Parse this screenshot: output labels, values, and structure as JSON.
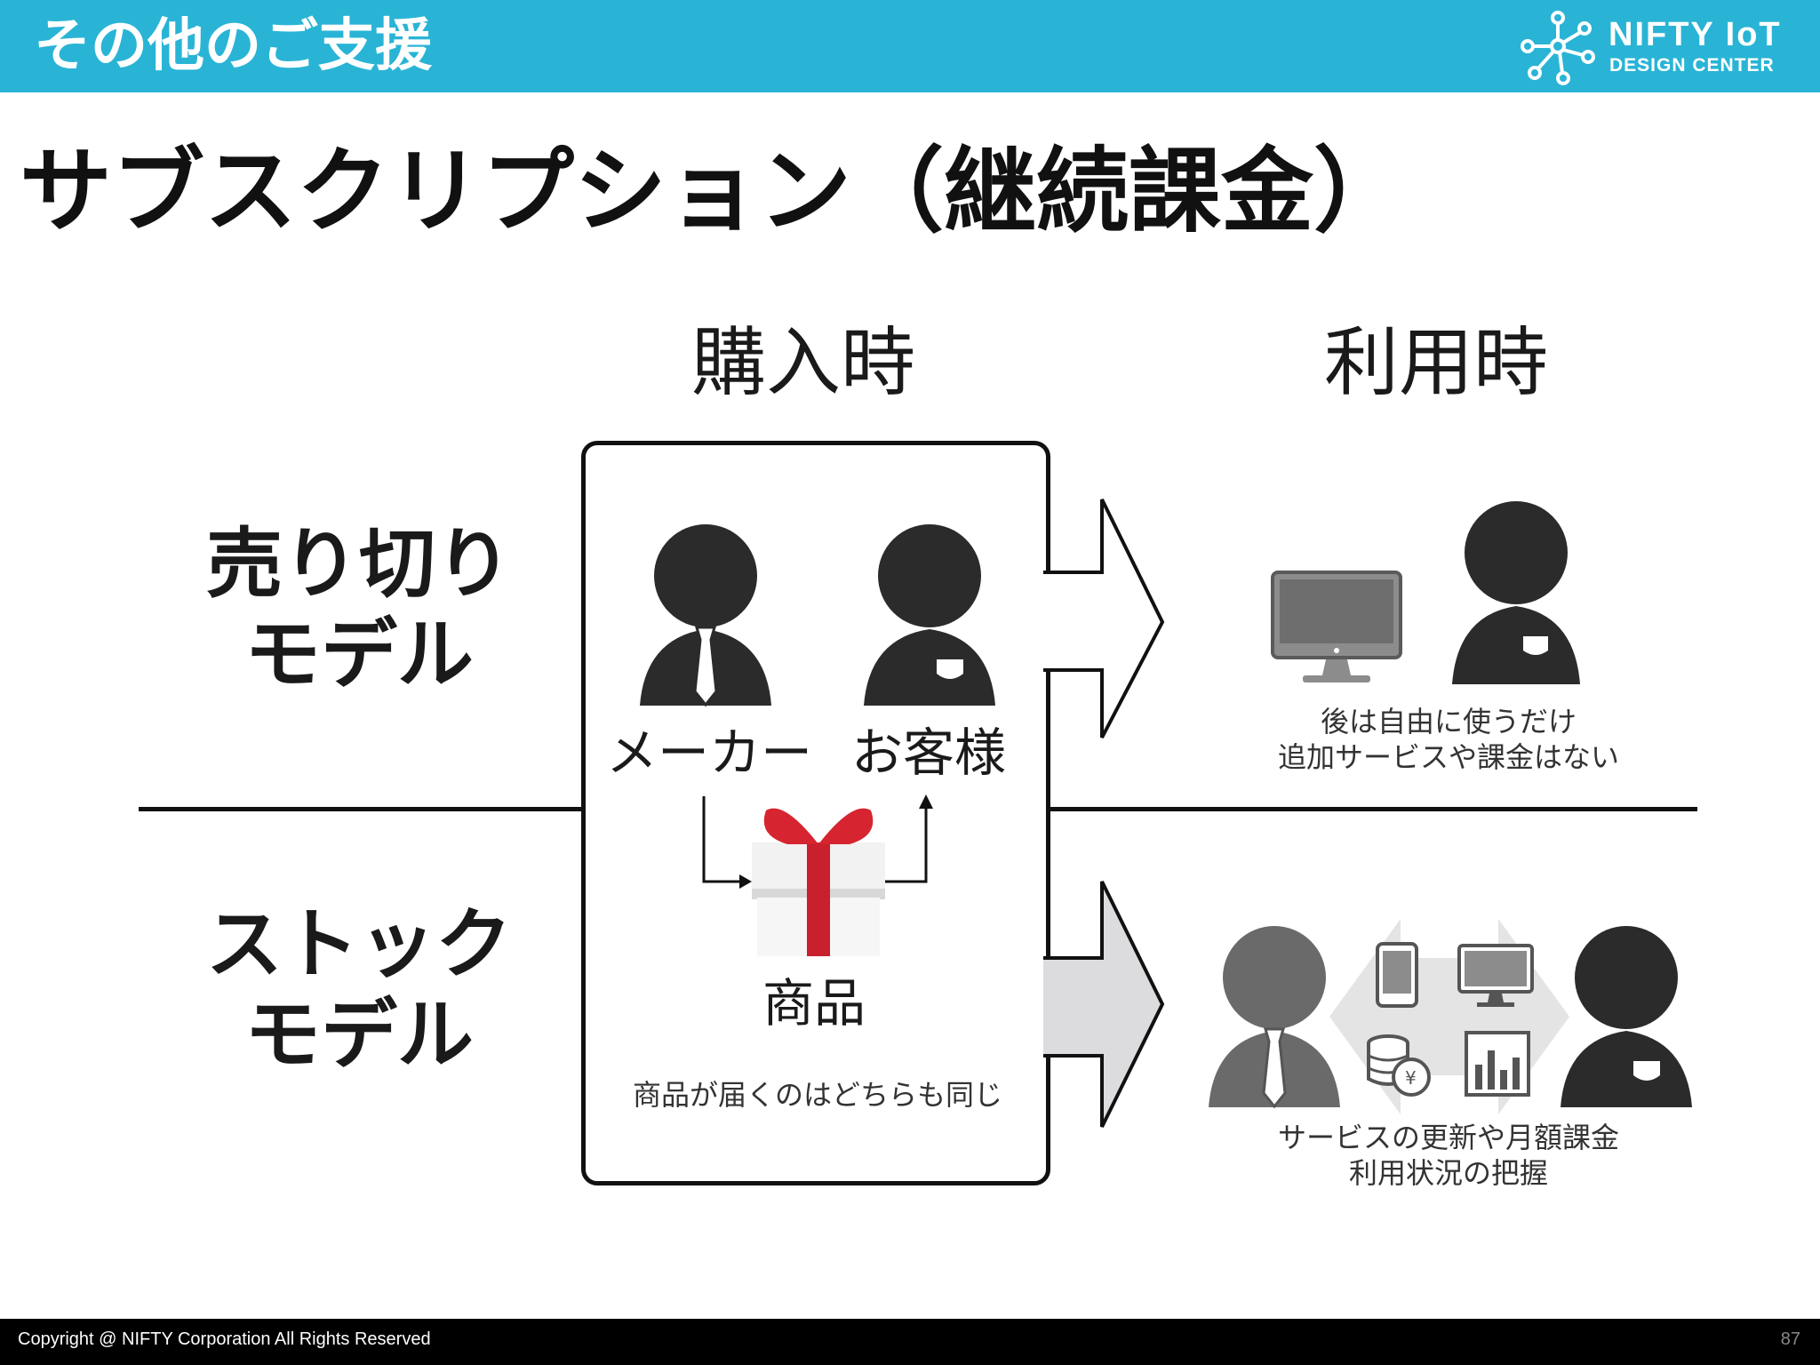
{
  "header": {
    "title": "その他のご支援",
    "logo_line1": "NIFTY IoT",
    "logo_line2": "DESIGN CENTER"
  },
  "slide": {
    "title": "サブスクリプション（継続課金）"
  },
  "columns": {
    "purchase": "購入時",
    "usage": "利用時"
  },
  "rows": {
    "sellout": {
      "line1": "売り切り",
      "line2": "モデル"
    },
    "stock": {
      "line1": "ストック",
      "line2": "モデル"
    }
  },
  "box": {
    "maker_label": "メーカー",
    "customer_label": "お客様",
    "product_label": "商品",
    "note": "商品が届くのはどちらも同じ"
  },
  "sellout_usage": {
    "line1": "後は自由に使うだけ",
    "line2": "追加サービスや課金はない"
  },
  "stock_usage": {
    "line1": "サービスの更新や月額課金",
    "line2": "利用状況の把握"
  },
  "footer": {
    "copyright": "Copyright @ NIFTY Corporation All Rights Reserved",
    "page": "87"
  },
  "colors": {
    "header": "#29b4d6",
    "ribbon": "#d62530",
    "figure": "#2b2b2b",
    "figure_light": "#6a6a6a"
  },
  "icons": [
    "network-logo-icon",
    "businessman-icon",
    "customer-icon",
    "gift-box-icon",
    "monitor-icon",
    "smartphone-icon",
    "coins-icon",
    "bar-chart-icon"
  ]
}
